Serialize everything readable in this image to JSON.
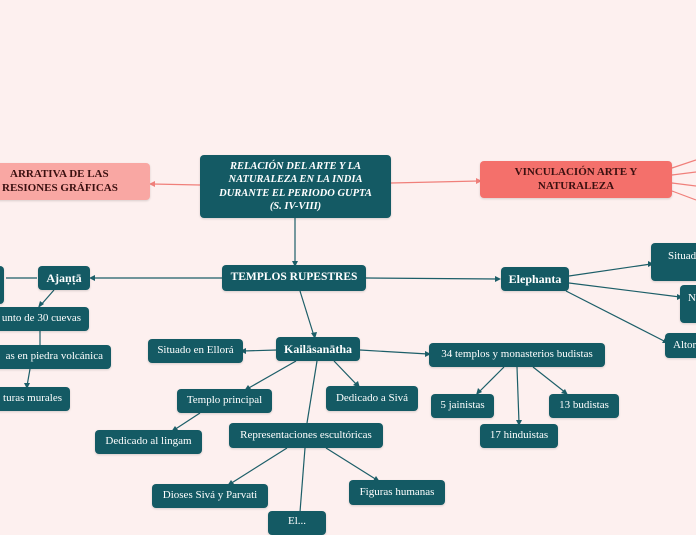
{
  "central": {
    "line1": "RELACIÓN DEL ARTE Y LA",
    "line2": "NATURALEZA EN LA INDIA",
    "line3": "DURANTE EL PERIODO GUPTA",
    "line4": "(S. IV-VIII)"
  },
  "left_branch": {
    "line1": "ARRATIVA DE LAS",
    "line2": "RESIONES GRÁFICAS"
  },
  "right_branch": {
    "line1": "VINCULACIÓN ARTE Y",
    "line2": "NATURALEZA"
  },
  "templos": "TEMPLOS RUPESTRES",
  "ajanta": {
    "label": "Ajaṇṭā",
    "children": [
      "unto de 30 cuevas",
      "as en piedra volcánica",
      "turas murales"
    ]
  },
  "elephanta": {
    "label": "Elephanta",
    "children": [
      "Situad",
      "N",
      "Altor"
    ]
  },
  "kailasa": {
    "label": "Kailāsanātha",
    "situado": "Situado en Ellorá",
    "dedicado": "Dedicado a Sivá",
    "templo_principal": "Templo principal",
    "lingam": "Dedicado al lingam",
    "representaciones": "Representaciones escultóricas",
    "dioses": "Dioses Sivá y Parvati",
    "figuras": "Figuras humanas",
    "bottom_partial": "El..."
  },
  "templos34": {
    "label": "34 templos y monasterios budistas",
    "jainistas": "5 jainistas",
    "budistas": "13 budistas",
    "hinduistas": "17 hinduistas"
  },
  "colors": {
    "background": "#fdf0ef",
    "node": "#145a64",
    "pink": "#f9a7a3",
    "salmon": "#f4706b",
    "link": "#1c5e68",
    "link_pink": "#f07f7a"
  }
}
